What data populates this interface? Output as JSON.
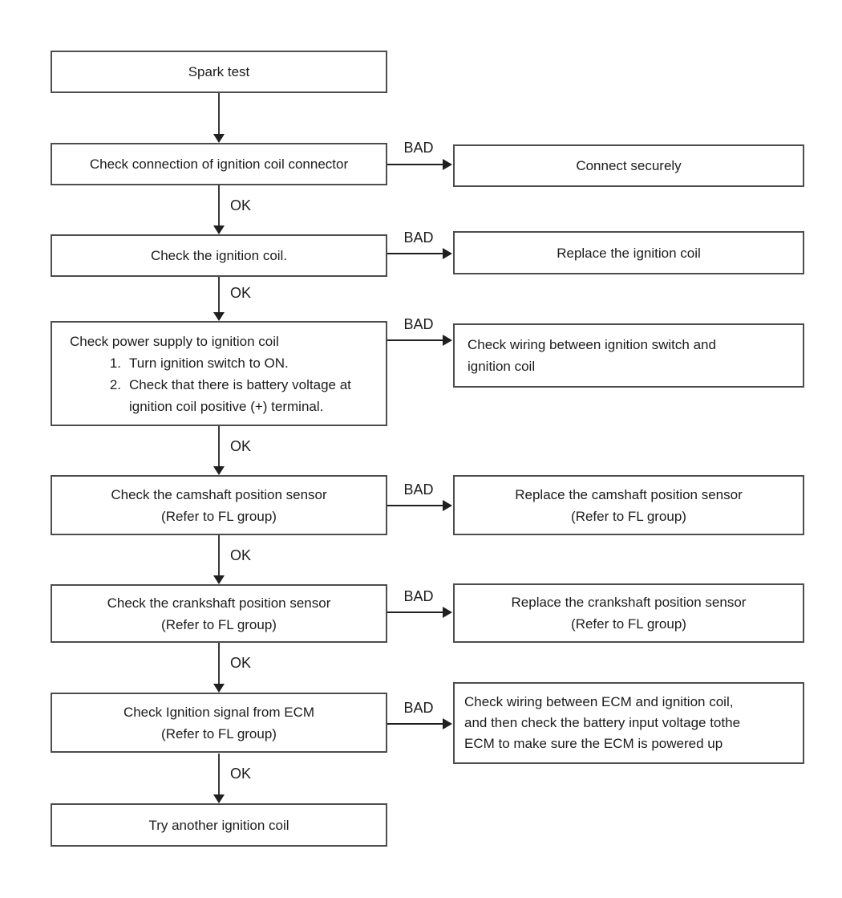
{
  "flowchart": {
    "ok": "OK",
    "bad": "BAD",
    "nodes": {
      "spark_test": "Spark test",
      "check_connector": "Check connection of ignition coil connector",
      "check_coil": "Check the ignition coil.",
      "power": {
        "title": "Check power supply to ignition coil",
        "items": [
          {
            "num": "1.",
            "lines": [
              "Turn ignition switch to ON."
            ]
          },
          {
            "num": "2.",
            "lines": [
              "Check that there is battery voltage at",
              "ignition coil positive (+) terminal."
            ]
          }
        ]
      },
      "camshaft": {
        "line1": "Check the camshaft position sensor",
        "line2": "(Refer to FL group)"
      },
      "crankshaft": {
        "line1": "Check the crankshaft position sensor",
        "line2": "(Refer to FL group)"
      },
      "ecm_signal": {
        "line1": "Check Ignition signal from ECM",
        "line2": "(Refer to FL group)"
      },
      "try_another": "Try another ignition coil"
    },
    "remedies": {
      "connect_securely": "Connect securely",
      "replace_coil": "Replace the ignition coil",
      "wiring_switch": {
        "line1": "Check wiring between ignition switch and",
        "line2": "ignition coil"
      },
      "replace_camshaft": {
        "line1": "Replace the camshaft position sensor",
        "line2": "(Refer to FL group)"
      },
      "replace_crankshaft": {
        "line1": "Replace the crankshaft position sensor",
        "line2": "(Refer to FL group)"
      },
      "wiring_ecm": {
        "line1": "Check wiring between ECM and ignition coil,",
        "line2": "and then check the battery input voltage tothe",
        "line3": "ECM to make sure the ECM is powered up"
      }
    },
    "colors": {
      "border": "#4d4d4d",
      "line": "#1f1f1f",
      "text": "#1c1c1c",
      "background": "#ffffff"
    }
  }
}
